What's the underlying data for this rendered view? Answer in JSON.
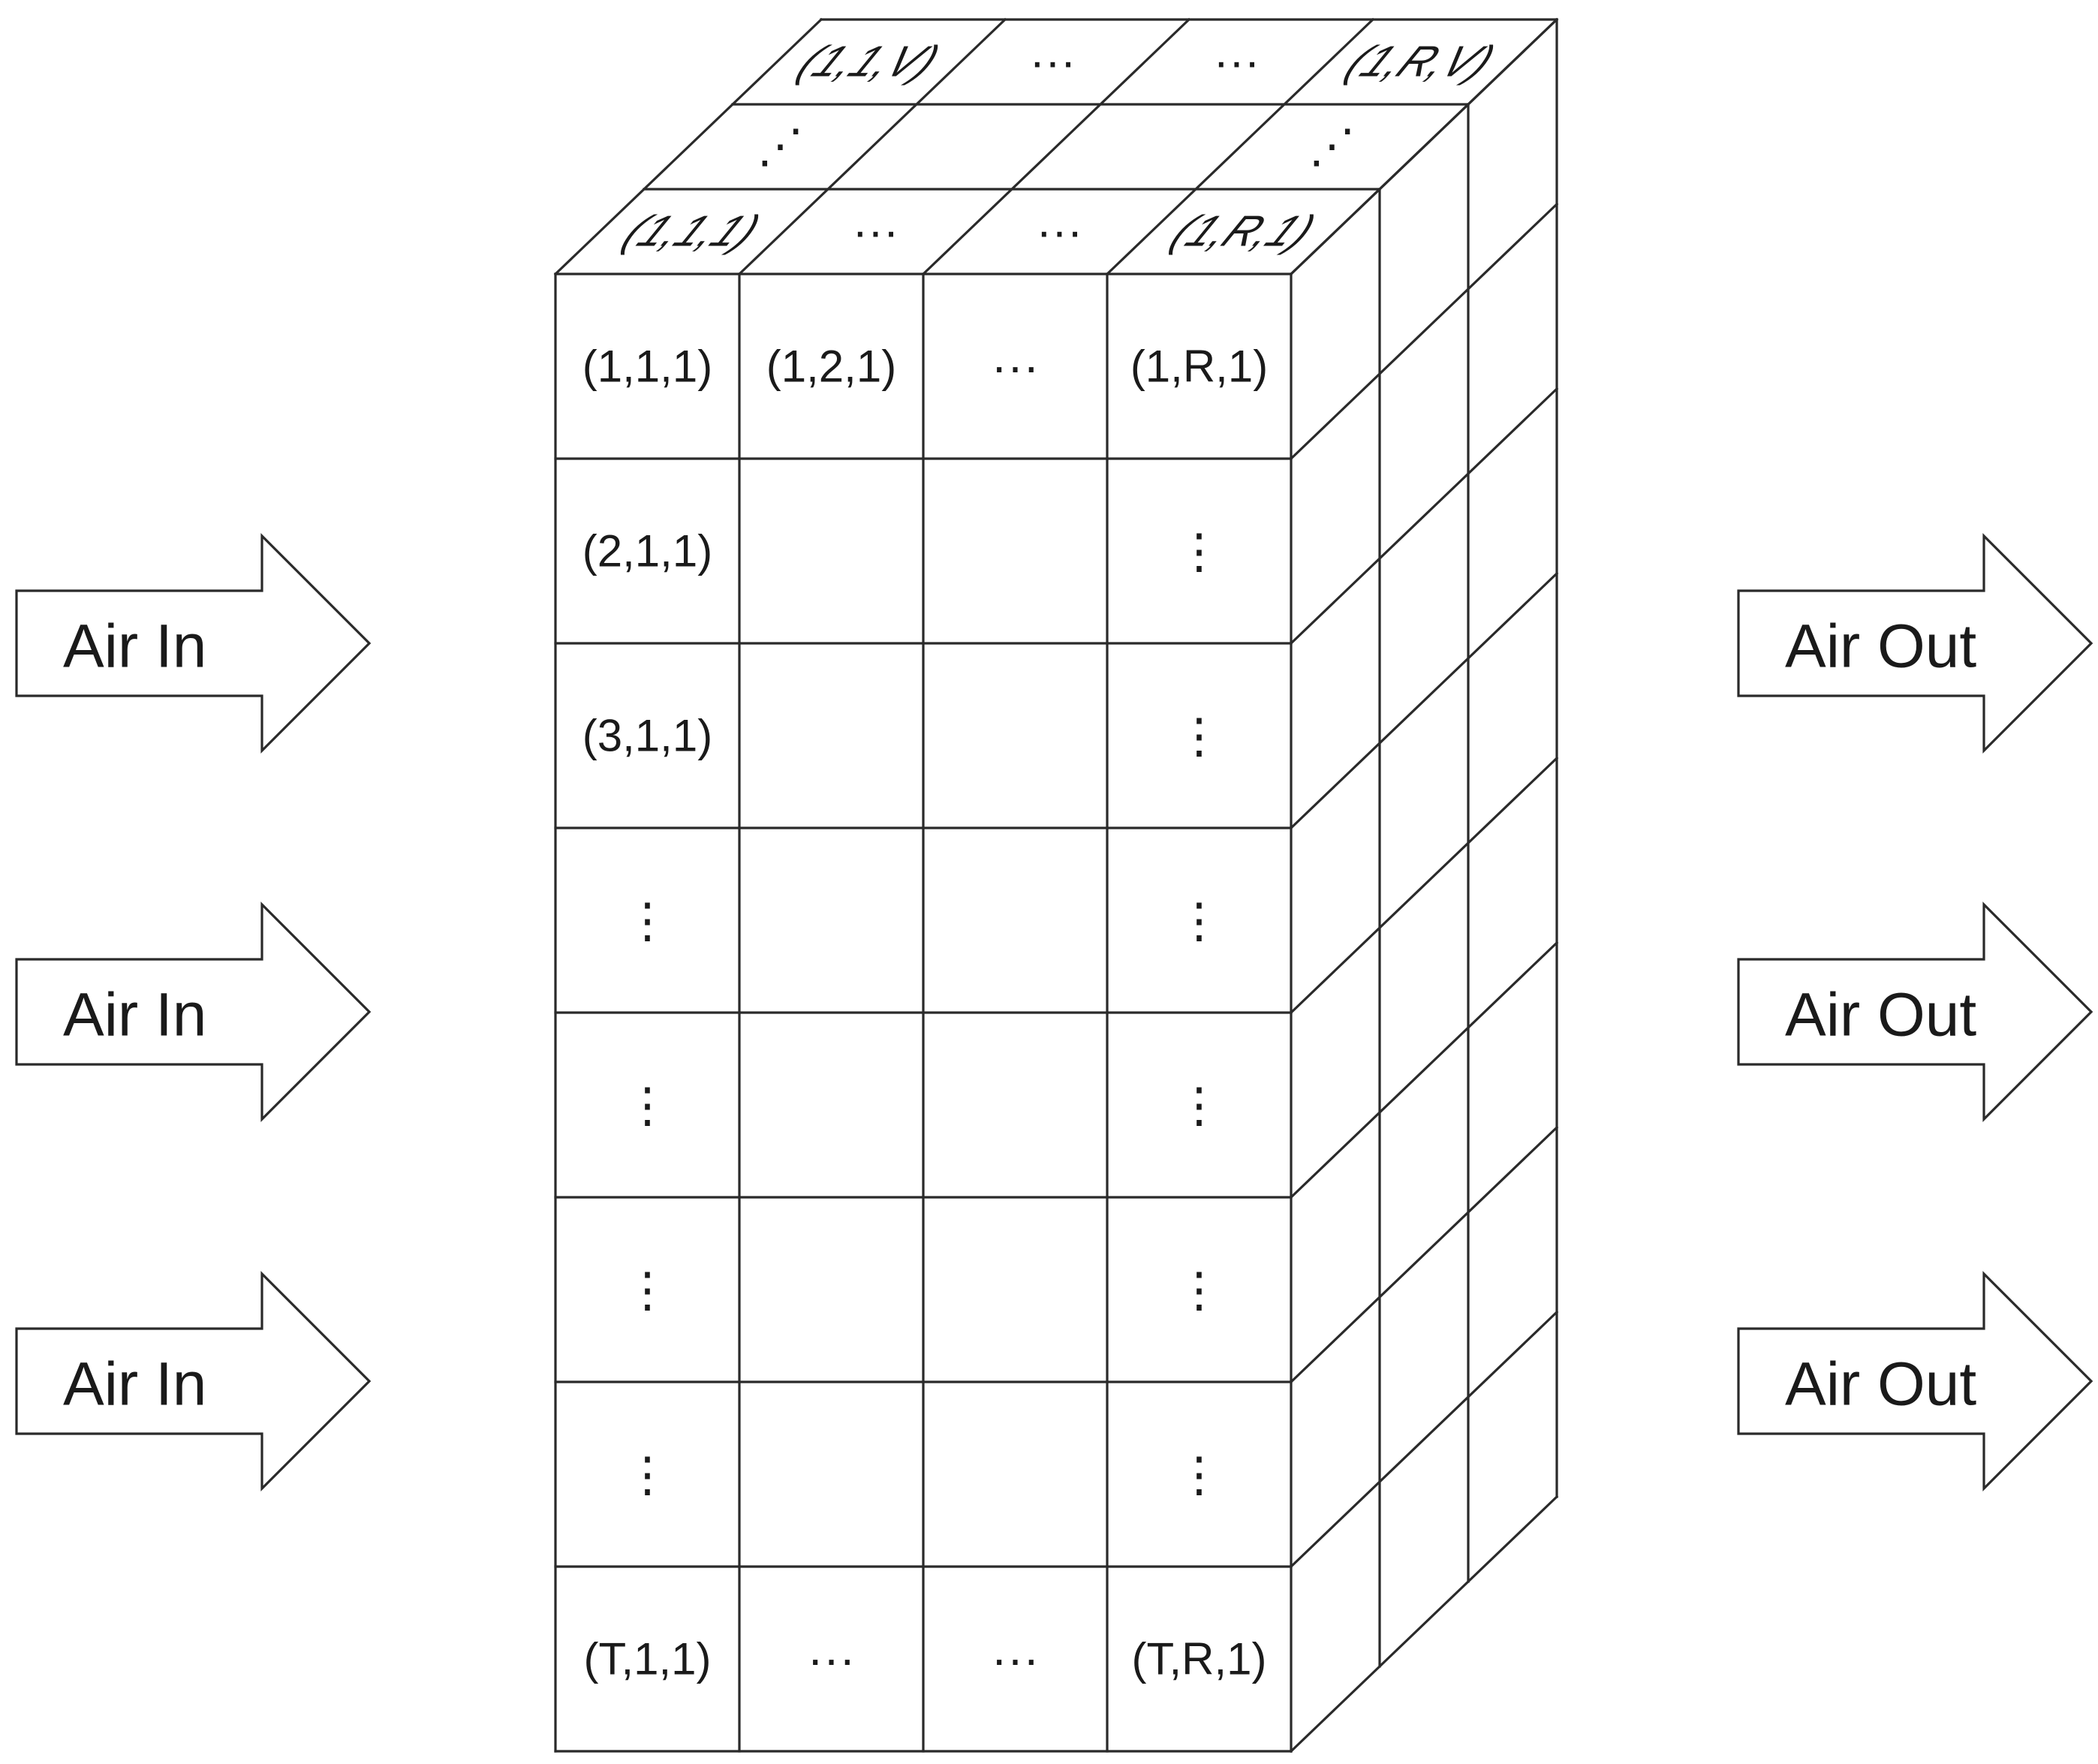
{
  "diagram": {
    "inlet_labels": [
      "Air In",
      "Air In",
      "Air In"
    ],
    "outlet_labels": [
      "Air Out",
      "Air Out",
      "Air Out"
    ],
    "front_face": [
      [
        "(1,1,1)",
        "(1,2,1)",
        "···",
        "(1,R,1)"
      ],
      [
        "(2,1,1)",
        "",
        "",
        "⋮"
      ],
      [
        "(3,1,1)",
        "",
        "",
        "⋮"
      ],
      [
        "⋮",
        "",
        "",
        "⋮"
      ],
      [
        "⋮",
        "",
        "",
        "⋮"
      ],
      [
        "⋮",
        "",
        "",
        "⋮"
      ],
      [
        "⋮",
        "",
        "",
        "⋮"
      ],
      [
        "(T,1,1)",
        "···",
        "···",
        "(T,R,1)"
      ]
    ],
    "top_face": [
      [
        "(1,1,V)",
        "···",
        "···",
        "(1,R,V)"
      ],
      [
        "⋰",
        "",
        "",
        "⋰"
      ],
      [
        "(1,1,1)",
        "···",
        "···",
        "(1,R,1)"
      ]
    ]
  }
}
